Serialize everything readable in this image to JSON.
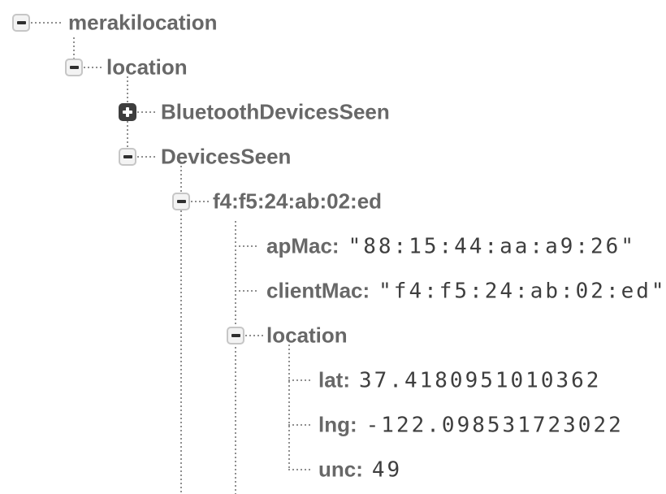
{
  "tree": {
    "rows": [
      {
        "label": "merakilocation",
        "type": "branch",
        "state": "expanded",
        "icon": "collapse-icon",
        "level": 0
      },
      {
        "label": "location",
        "type": "branch",
        "state": "expanded",
        "icon": "collapse-icon",
        "level": 1
      },
      {
        "label": "BluetoothDevicesSeen",
        "type": "branch",
        "state": "collapsed",
        "icon": "expand-icon",
        "level": 2
      },
      {
        "label": "DevicesSeen",
        "type": "branch",
        "state": "expanded",
        "icon": "collapse-icon",
        "level": 2
      },
      {
        "label": "f4:f5:24:ab:02:ed",
        "type": "branch",
        "state": "expanded",
        "icon": "collapse-icon",
        "level": 3
      },
      {
        "label": "apMac:",
        "type": "leaf",
        "value": "\"88:15:44:aa:a9:26\"",
        "level": 4
      },
      {
        "label": "clientMac:",
        "type": "leaf",
        "value": "\"f4:f5:24:ab:02:ed\"",
        "level": 4
      },
      {
        "label": "location",
        "type": "branch",
        "state": "expanded",
        "icon": "collapse-icon",
        "level": 4
      },
      {
        "label": "lat:",
        "type": "leaf",
        "value": "37.4180951010362",
        "level": 5
      },
      {
        "label": "lng:",
        "type": "leaf",
        "value": "-122.098531723022",
        "level": 5
      },
      {
        "label": "unc:",
        "type": "leaf",
        "value": "49",
        "level": 5
      }
    ],
    "colors": {
      "label": "#686868",
      "value": "#3e3e3e",
      "connector": "#8f8f8f",
      "toggle_collapsed_bg": "#3e3e3e",
      "toggle_expanded_bg": "#f3f3f3",
      "toggle_expanded_border": "#c6c6c6",
      "background": "#ffffff"
    }
  }
}
